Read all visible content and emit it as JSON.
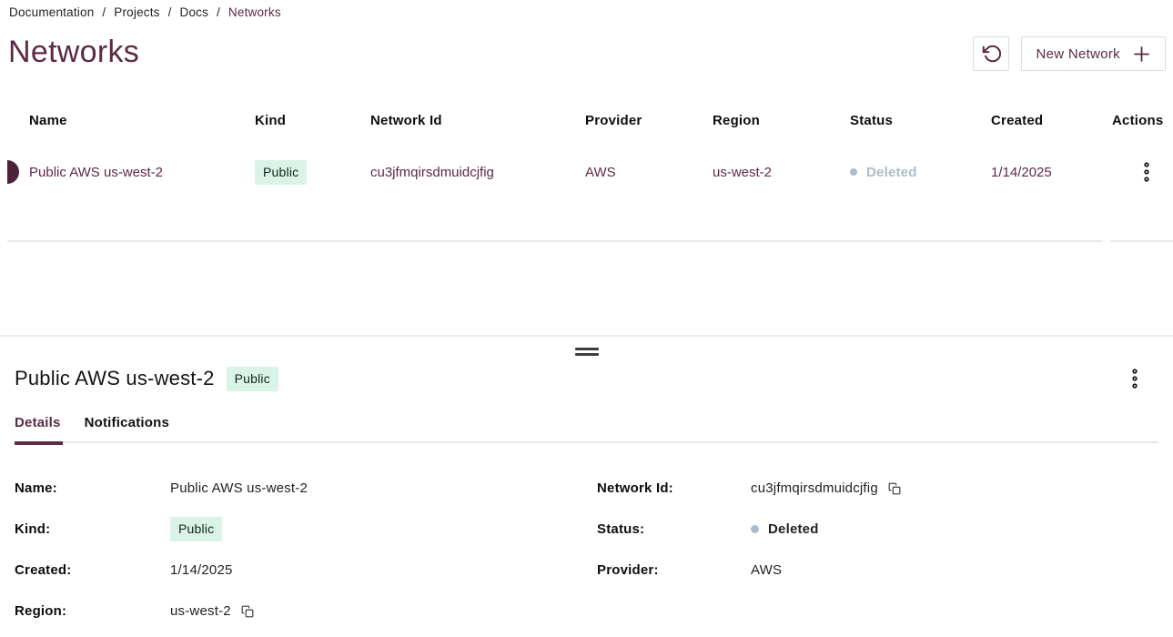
{
  "breadcrumb": {
    "items": [
      "Documentation",
      "Projects",
      "Docs"
    ],
    "current": "Networks",
    "separator": "/"
  },
  "header": {
    "title": "Networks",
    "new_network_label": "New Network"
  },
  "table": {
    "columns": [
      "Name",
      "Kind",
      "Network Id",
      "Provider",
      "Region",
      "Status",
      "Created",
      "Actions"
    ],
    "rows": [
      {
        "name": "Public AWS us-west-2",
        "kind": "Public",
        "network_id": "cu3jfmqirsdmuidcjfig",
        "provider": "AWS",
        "region": "us-west-2",
        "status": "Deleted",
        "created": "1/14/2025",
        "selected": true
      }
    ]
  },
  "panel": {
    "title": "Public AWS us-west-2",
    "kind_badge": "Public",
    "tabs": [
      {
        "label": "Details",
        "active": true
      },
      {
        "label": "Notifications",
        "active": false
      }
    ],
    "fields": {
      "name_label": "Name:",
      "name_value": "Public AWS us-west-2",
      "network_id_label": "Network Id:",
      "network_id_value": "cu3jfmqirsdmuidcjfig",
      "kind_label": "Kind:",
      "kind_value": "Public",
      "status_label": "Status:",
      "status_value": "Deleted",
      "created_label": "Created:",
      "created_value": "1/14/2025",
      "provider_label": "Provider:",
      "provider_value": "AWS",
      "region_label": "Region:",
      "region_value": "us-west-2"
    }
  },
  "icons": {
    "refresh": "rotate-ccw-icon",
    "new_network": "plus-icon",
    "row_actions": "kebab-menu-icon",
    "panel_actions": "kebab-menu-icon",
    "copy": "copy-icon",
    "drag": "drag-handle",
    "selected_row": "selected-row-indicator",
    "status": "status-dot"
  },
  "colors": {
    "accent": "#5c2a44",
    "row_indicator": "#4e2339",
    "badge_bg": "#d9f4e7",
    "badge_text": "#14231d",
    "status_deleted": "#a9bdc9",
    "button_border": "#d9dde2",
    "divider": "#e7eaed"
  }
}
